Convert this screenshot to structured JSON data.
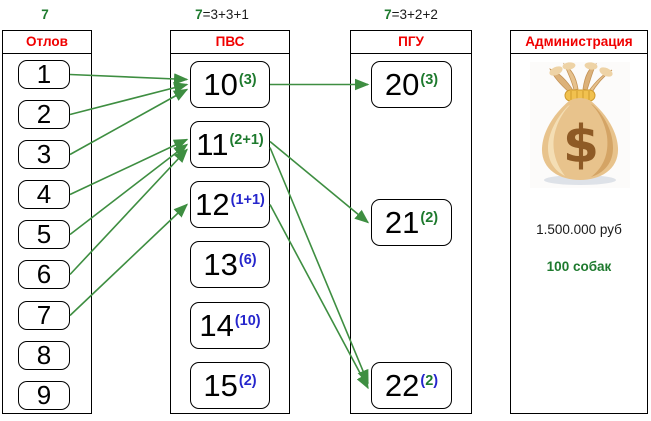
{
  "colors": {
    "header_red": "#f00000",
    "green": "#1e7a2e",
    "blue": "#2626cc",
    "arrow_green": "#3e8e41"
  },
  "top_labels": [
    {
      "key": "otlov",
      "prefix": "7",
      "suffix": ""
    },
    {
      "key": "pvs",
      "prefix": "7",
      "suffix": "=3+3+1"
    },
    {
      "key": "pgu",
      "prefix": "7",
      "suffix": "=3+2+2"
    }
  ],
  "columns": {
    "otlov": {
      "title": "Отлов",
      "boxes": [
        {
          "id": "1",
          "label": "1"
        },
        {
          "id": "2",
          "label": "2"
        },
        {
          "id": "3",
          "label": "3"
        },
        {
          "id": "4",
          "label": "4"
        },
        {
          "id": "5",
          "label": "5"
        },
        {
          "id": "6",
          "label": "6"
        },
        {
          "id": "7",
          "label": "7"
        },
        {
          "id": "8",
          "label": "8"
        },
        {
          "id": "9",
          "label": "9"
        }
      ]
    },
    "pvs": {
      "title": "ПВС",
      "boxes": [
        {
          "id": "10",
          "label": "10",
          "annotation_parts": [
            {
              "text": "(3)",
              "color": "green"
            }
          ]
        },
        {
          "id": "11",
          "label": "11",
          "annotation_parts": [
            {
              "text": "(2+1)",
              "color": "green"
            }
          ]
        },
        {
          "id": "12",
          "label": "12",
          "annotation_parts": [
            {
              "text": "(1+1)",
              "color": "blue"
            }
          ]
        },
        {
          "id": "13",
          "label": "13",
          "annotation_parts": [
            {
              "text": "(6)",
              "color": "blue"
            }
          ]
        },
        {
          "id": "14",
          "label": "14",
          "annotation_parts": [
            {
              "text": "(10)",
              "color": "blue"
            }
          ]
        },
        {
          "id": "15",
          "label": "15",
          "annotation_parts": [
            {
              "text": "(2)",
              "color": "blue"
            }
          ]
        }
      ]
    },
    "pgu": {
      "title": "ПГУ",
      "boxes": [
        {
          "id": "20",
          "label": "20",
          "annotation_parts": [
            {
              "text": "(3)",
              "color": "green"
            }
          ]
        },
        {
          "id": "21",
          "label": "21",
          "annotation_parts": [
            {
              "text": "(2)",
              "color": "green"
            }
          ]
        },
        {
          "id": "22",
          "label": "22",
          "annotation_parts": [
            {
              "text": "(",
              "color": "blue"
            },
            {
              "text": "2",
              "color": "green"
            },
            {
              "text": ")",
              "color": "blue"
            }
          ]
        }
      ]
    },
    "admin": {
      "title": "Администрация",
      "icon": "money-bag-icon",
      "amount": "1.500.000 руб",
      "dogs": "100 собак"
    }
  },
  "connections": [
    {
      "from": "1",
      "to": "10"
    },
    {
      "from": "2",
      "to": "10"
    },
    {
      "from": "3",
      "to": "10"
    },
    {
      "from": "4",
      "to": "11"
    },
    {
      "from": "5",
      "to": "11"
    },
    {
      "from": "6",
      "to": "11"
    },
    {
      "from": "7",
      "to": "12"
    },
    {
      "from": "10",
      "to": "20"
    },
    {
      "from": "11",
      "to": "21"
    },
    {
      "from": "11",
      "to": "22"
    },
    {
      "from": "12",
      "to": "22"
    }
  ]
}
